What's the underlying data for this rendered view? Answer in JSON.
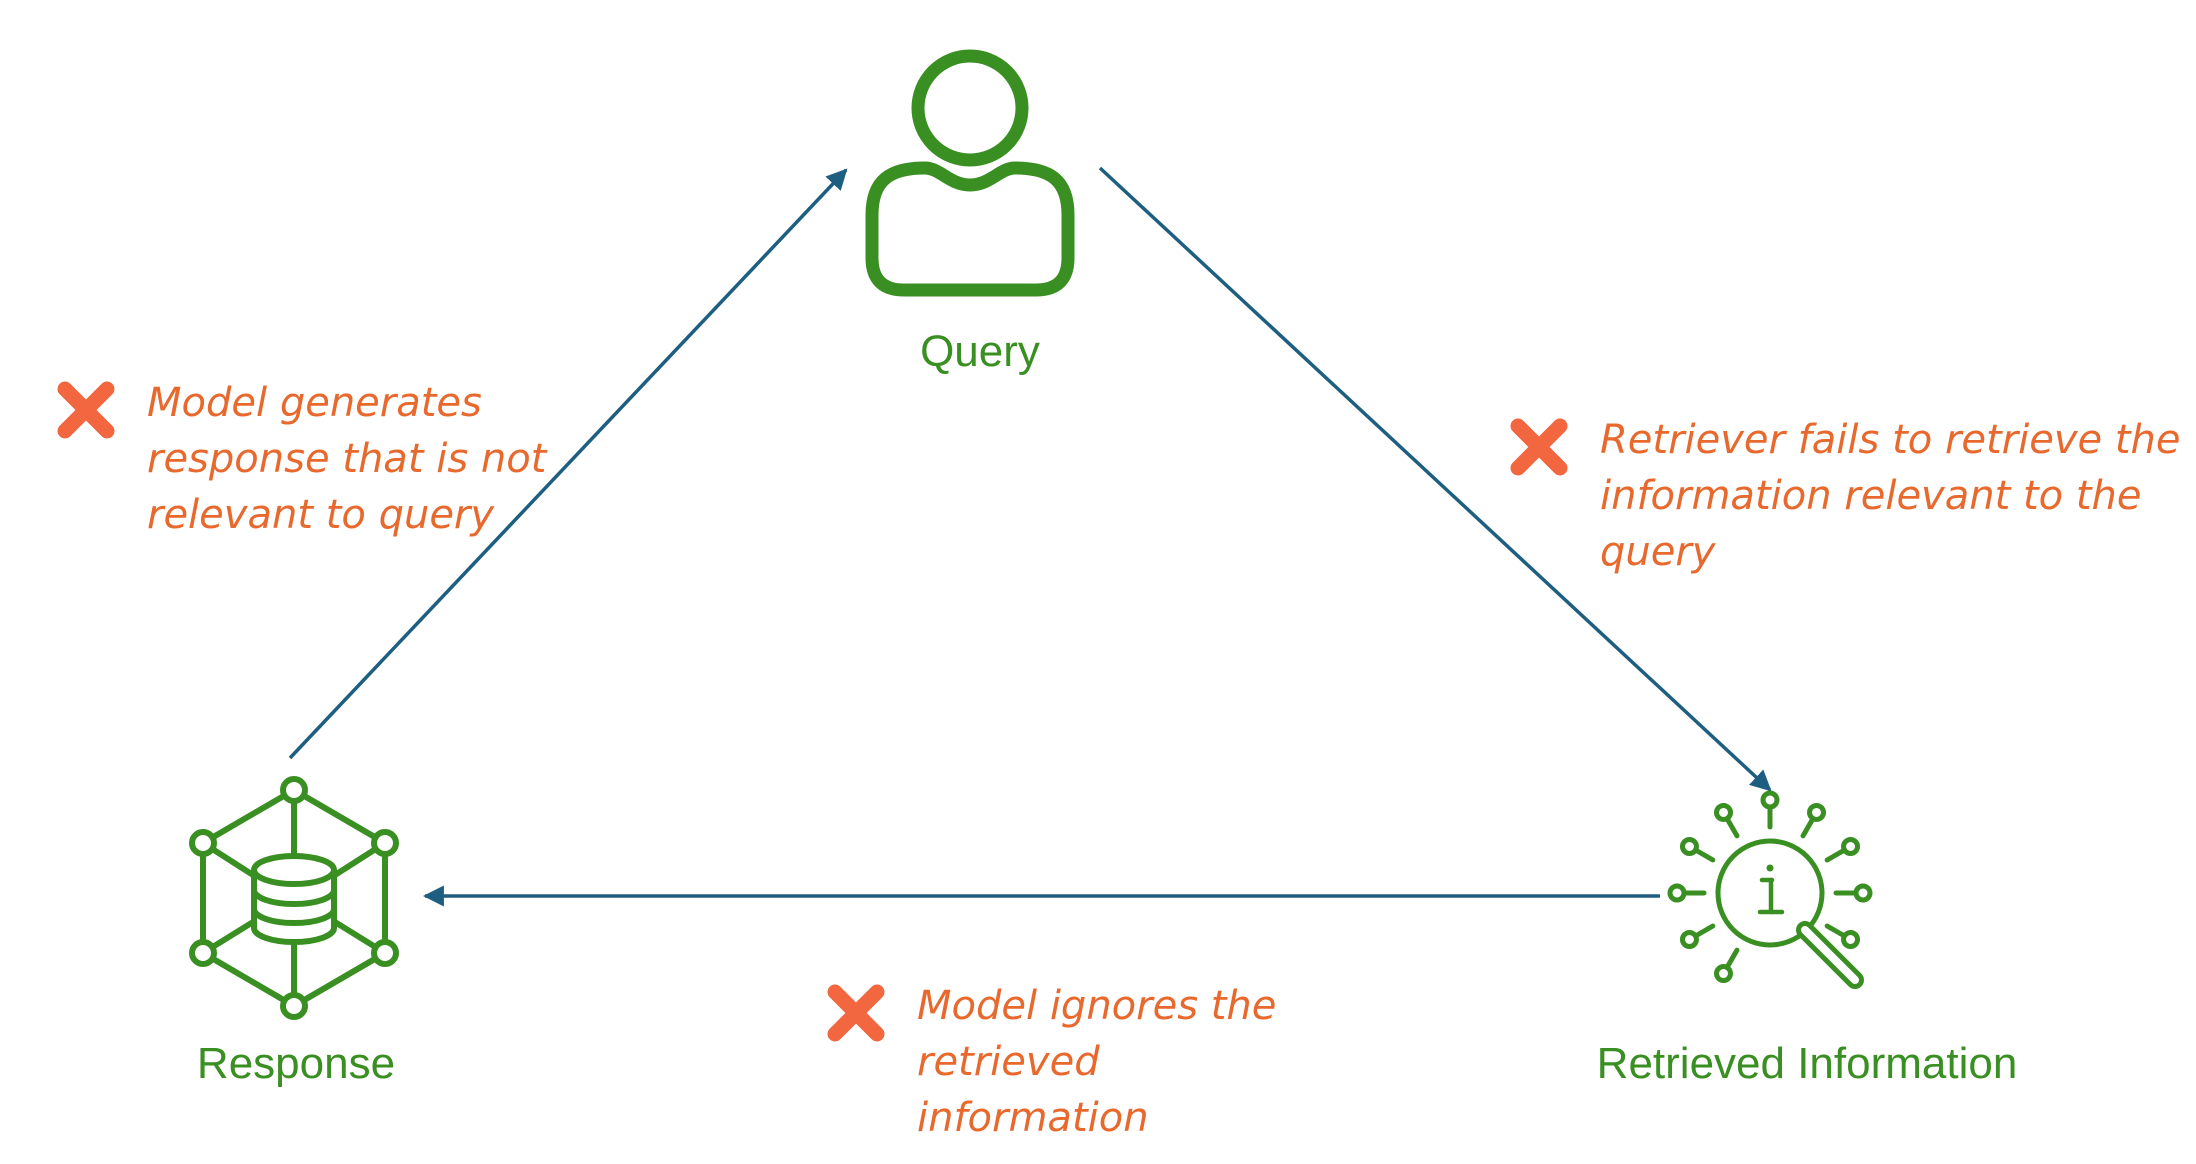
{
  "colors": {
    "node_green": "#3a8f22",
    "arrow_blue": "#1e5e80",
    "failure_orange": "#e8692e",
    "x_mark": "#f26640"
  },
  "nodes": {
    "query": {
      "label": "Query",
      "icon": "person-icon"
    },
    "retrieved": {
      "label": "Retrieved Information",
      "icon": "info-magnifier-icon"
    },
    "response": {
      "label": "Response",
      "icon": "database-network-icon"
    }
  },
  "failures": {
    "query_to_retrieved": {
      "lines": [
        "Retriever fails to retrieve the",
        "information relevant to the",
        "query"
      ],
      "icon": "x-mark-icon"
    },
    "retrieved_to_response": {
      "lines": [
        "Model ignores the",
        "retrieved",
        "information"
      ],
      "icon": "x-mark-icon"
    },
    "response_to_query": {
      "lines": [
        "Model generates",
        "response that is not",
        "relevant to query"
      ],
      "icon": "x-mark-icon"
    }
  }
}
